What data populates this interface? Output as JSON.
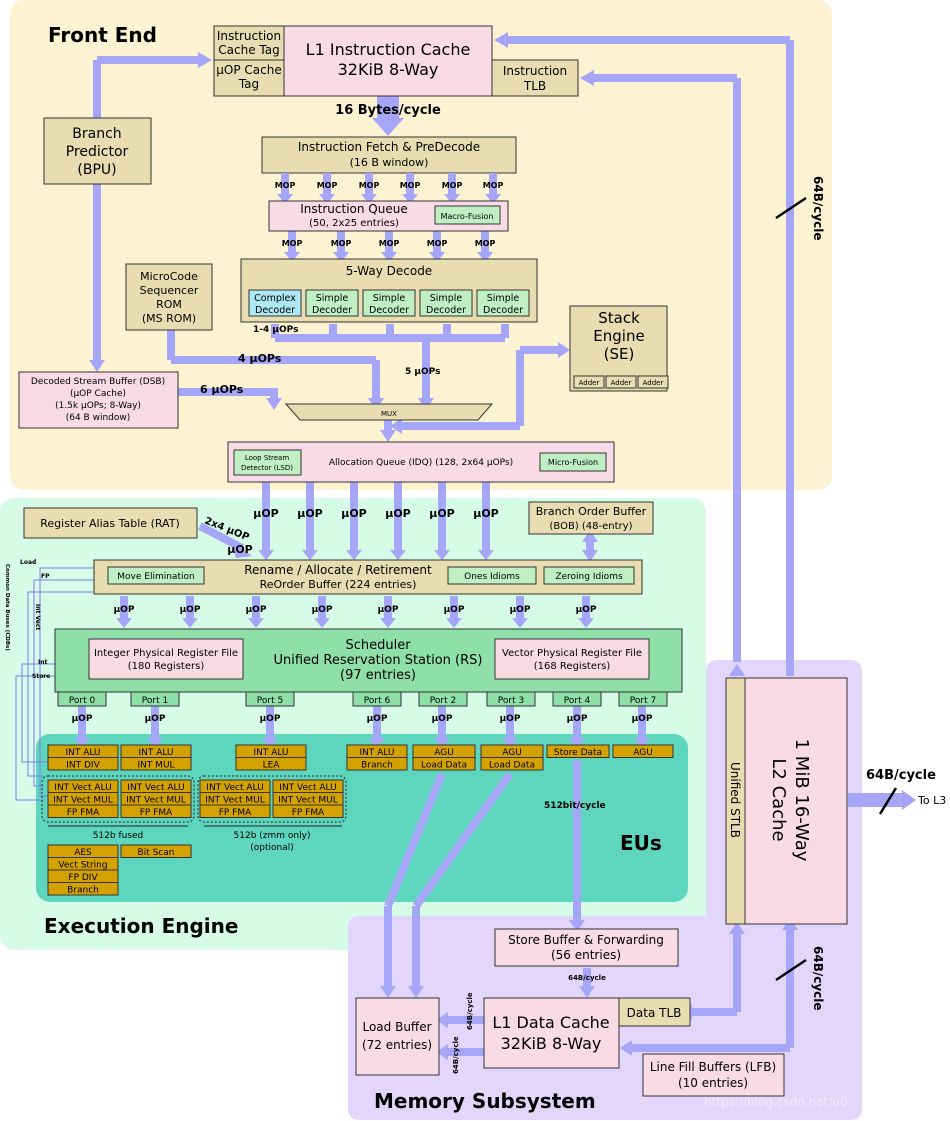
{
  "sections": {
    "front_end": "Front End",
    "execution_engine": "Execution Engine",
    "eus": "EUs",
    "memory_subsystem": "Memory Subsystem"
  },
  "front_end": {
    "icache_tag": [
      "Instruction",
      "Cache Tag"
    ],
    "uop_cache_tag": [
      "µOP Cache",
      "Tag"
    ],
    "l1i": [
      "L1 Instruction Cache",
      "32KiB 8-Way"
    ],
    "itlb": [
      "Instruction",
      "TLB"
    ],
    "bytes_per_cycle": "16 Bytes/cycle",
    "bpu": [
      "Branch",
      "Predictor",
      "(BPU)"
    ],
    "fetch": [
      "Instruction Fetch & PreDecode",
      "(16 B window)"
    ],
    "mop": "MOP",
    "iq": [
      "Instruction Queue",
      "(50, 2x25 entries)"
    ],
    "macro_fusion": "Macro-Fusion",
    "decode_title": "5-Way Decode",
    "complex_decoder": [
      "Complex",
      "Decoder"
    ],
    "simple_decoder": [
      "Simple",
      "Decoder"
    ],
    "msrom": [
      "MicroCode",
      "Sequencer",
      "ROM",
      "(MS ROM)"
    ],
    "uops_1_4": "1-4 µOPs",
    "uops_4": "4 µOPs",
    "uops_5": "5 µOPs",
    "uops_6": "6 µOPs",
    "dsb": [
      "Decoded Stream Buffer (DSB)",
      "(µOP Cache)",
      "(1.5k µOPs; 8-Way)",
      "(64 B window)"
    ],
    "stack_engine": [
      "Stack",
      "Engine",
      "(SE)"
    ],
    "adder": "Adder",
    "mux": "MUX",
    "lsd": [
      "Loop Stream",
      "Detector (LSD)"
    ],
    "idq": "Allocation Queue (IDQ) (128, 2x64 µOPs)",
    "micro_fusion": "Micro-Fusion"
  },
  "execution": {
    "uop": "µOP",
    "rat": "Register Alias Table (RAT)",
    "rat_uop": "2x4 µOP",
    "bob": [
      "Branch Order Buffer",
      "(BOB) (48-entry)"
    ],
    "rename": [
      "Rename / Allocate / Retirement",
      "ReOrder Buffer (224 entries)"
    ],
    "move_elim": "Move Elimination",
    "ones_idioms": "Ones Idioms",
    "zeroing_idioms": "Zeroing Idioms",
    "cdb": [
      "Load",
      "FP",
      "Common Data Buses (CDBs)",
      "Int Vect",
      "Int",
      "Store"
    ],
    "scheduler": [
      "Scheduler",
      "Unified Reservation Station (RS)",
      "(97 entries)"
    ],
    "int_prf": [
      "Integer Physical Register File",
      "(180 Registers)"
    ],
    "vec_prf": [
      "Vector Physical Register File",
      "(168 Registers)"
    ],
    "ports": [
      "Port 0",
      "Port 1",
      "Port 5",
      "Port 6",
      "Port 2",
      "Port 3",
      "Port 4",
      "Port 7"
    ]
  },
  "eus": {
    "p0": [
      "INT ALU",
      "INT DIV"
    ],
    "p1": [
      "INT ALU",
      "INT MUL"
    ],
    "p5": [
      "INT ALU",
      "LEA"
    ],
    "p6": [
      "INT ALU",
      "Branch"
    ],
    "p2": [
      "AGU",
      "Load Data"
    ],
    "p3": [
      "AGU",
      "Load Data"
    ],
    "p4": [
      "Store Data"
    ],
    "p7": [
      "AGU"
    ],
    "vec": [
      "INT Vect ALU",
      "INT Vect MUL",
      "FP FMA"
    ],
    "fused_label": "512b fused",
    "zmm_label": [
      "512b (zmm only)",
      "(optional)"
    ],
    "p0_extra": [
      "AES",
      "Vect String",
      "FP DIV",
      "Branch"
    ],
    "bit_scan": "Bit Scan",
    "bw_512": "512bit/cycle"
  },
  "memory": {
    "store_buffer": [
      "Store Buffer & Forwarding",
      "(56 entries)"
    ],
    "load_buffer": [
      "Load Buffer",
      "(72 entries)"
    ],
    "l1d": [
      "L1 Data Cache",
      "32KiB 8-Way"
    ],
    "dtlb": "Data TLB",
    "lfb": [
      "Line Fill Buffers (LFB)",
      "(10 entries)"
    ],
    "bw_64": "64B/cycle",
    "bw_64_small": "64B/cycle",
    "l2": [
      "L2 Cache",
      "1 MiB 16-Way"
    ],
    "stlb": "Unified STLB",
    "to_l3": "To L3",
    "watermark": "https://blog.csdn.net/u0"
  },
  "colors": {
    "front_end_bg": "#fdf2d2",
    "exec_bg": "#d6fbe6",
    "eu_bg": "#5ed6bd",
    "mem_bg": "#e2d6fb",
    "arrow": "#a6a6f8",
    "tan": "#e8ddb0",
    "pink": "#f8dbe4",
    "green": "#bfefc3",
    "cyan": "#aee8f4",
    "gold": "#d4a200",
    "sched": "#8fe0a8"
  }
}
